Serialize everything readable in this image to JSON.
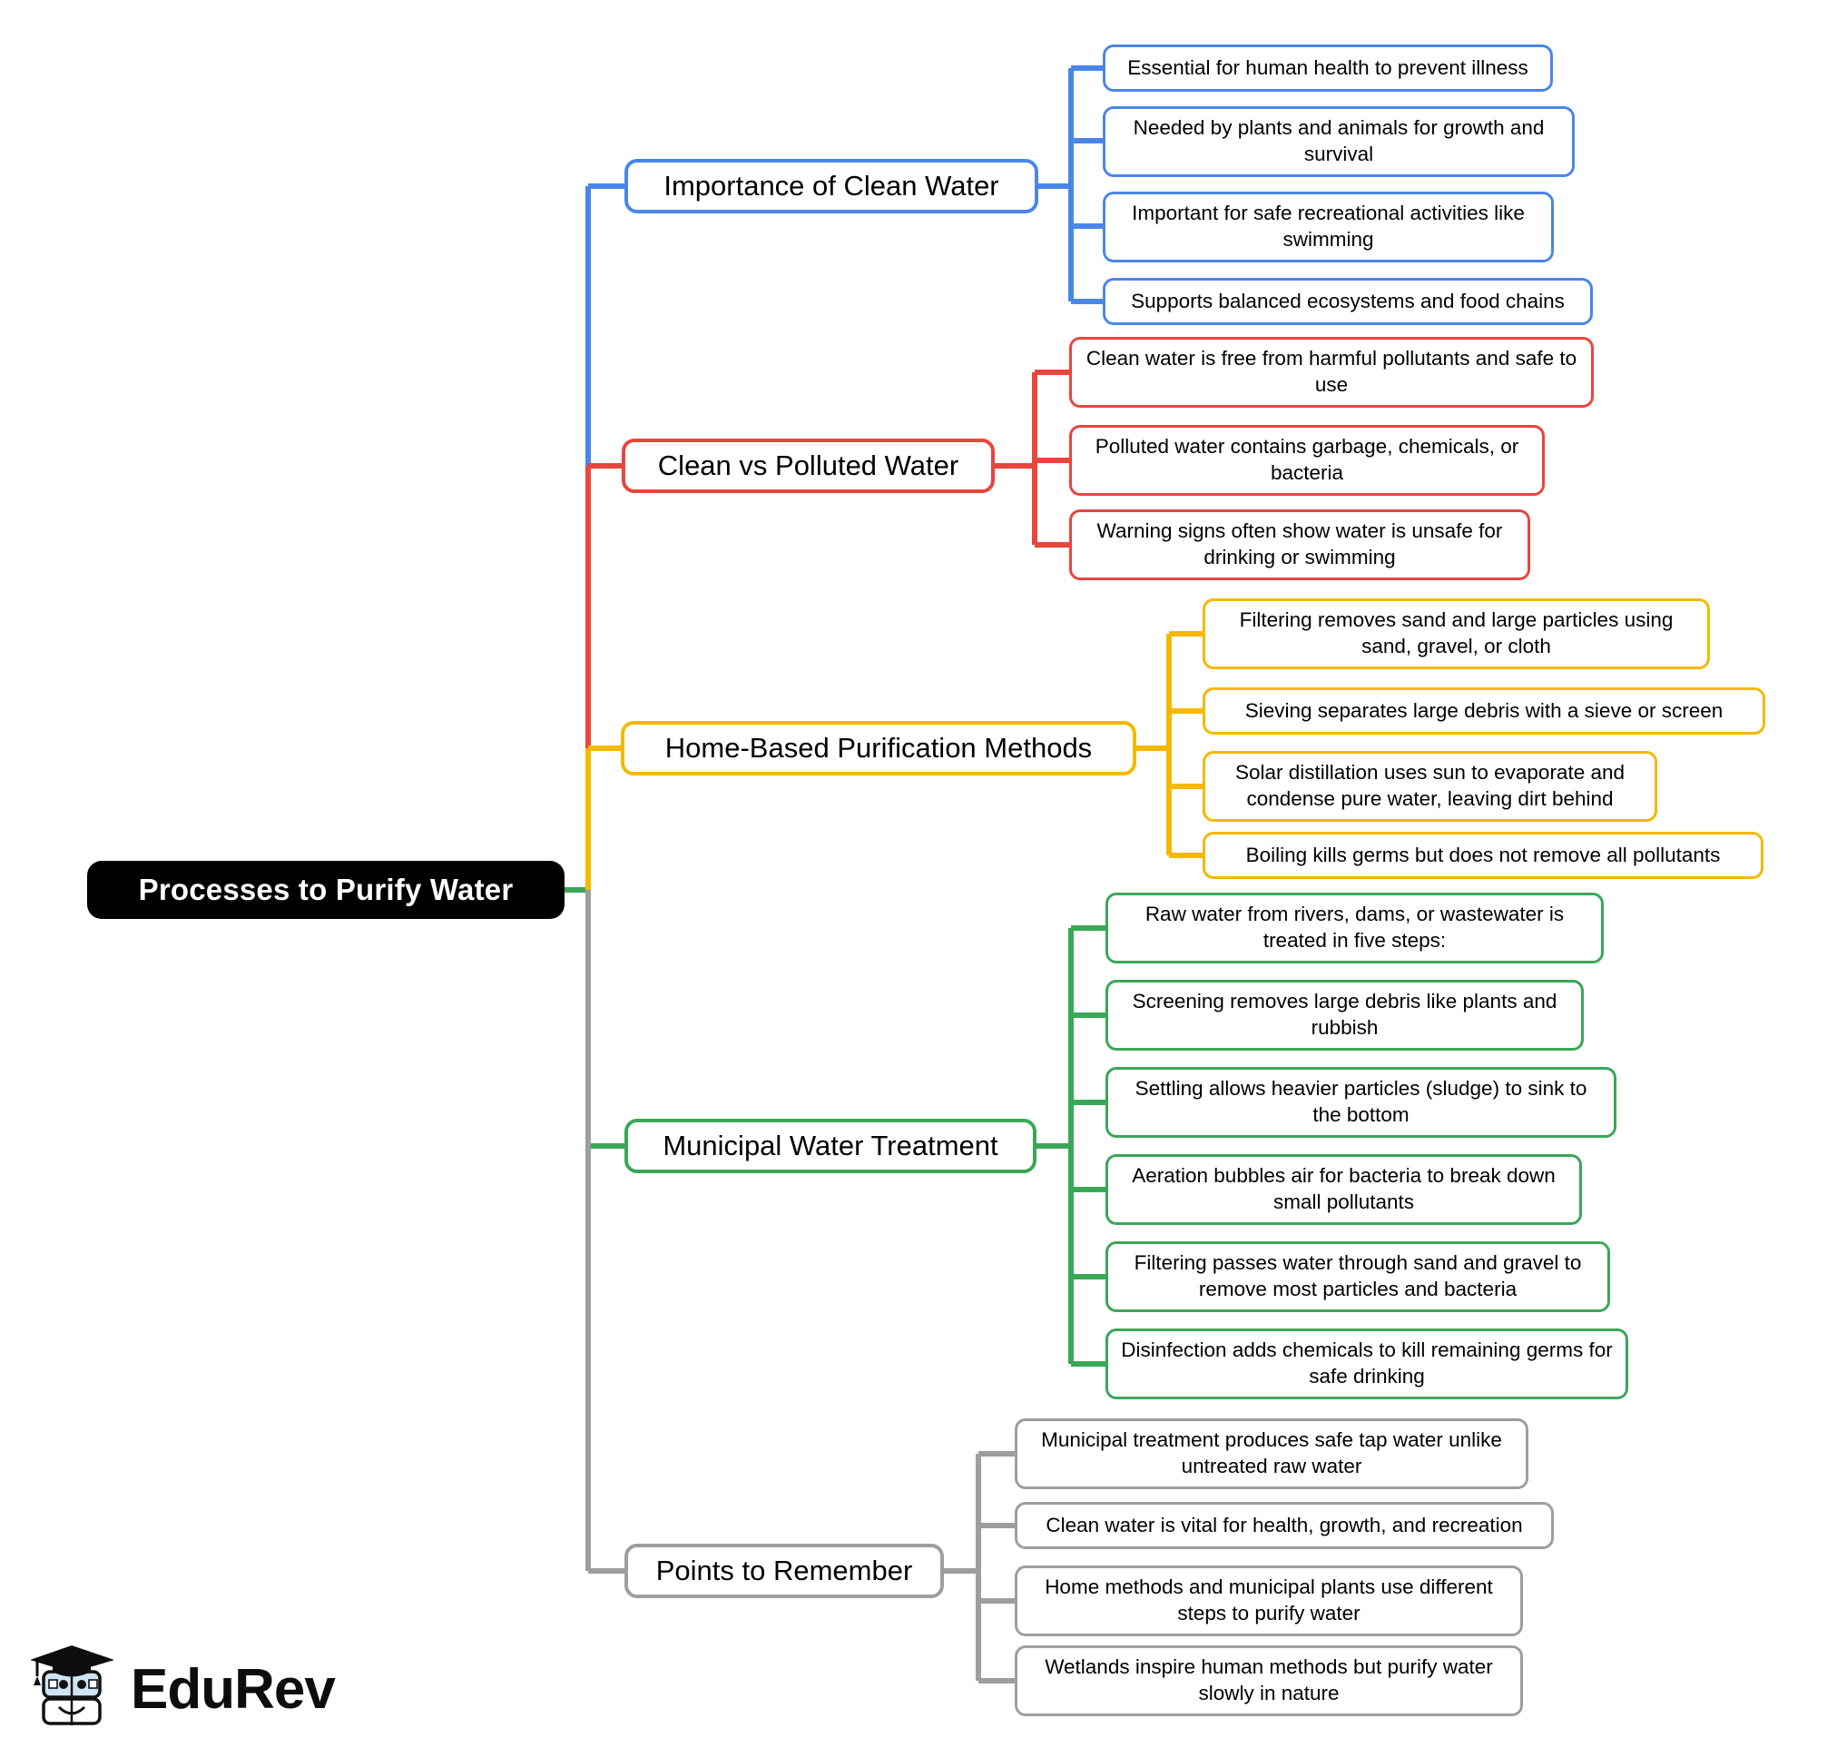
{
  "diagram": {
    "type": "mindmap",
    "title": "Processes to Purify Water",
    "root": {
      "label": "Processes to Purify Water",
      "color": "#000000",
      "text_color": "#ffffff"
    },
    "branches": [
      {
        "label": "Importance of Clean Water",
        "color": "#4a86e8",
        "children": [
          "Essential for human health to prevent illness",
          "Needed by plants and animals for growth and survival",
          "Important for safe recreational activities like swimming",
          "Supports balanced ecosystems and food chains"
        ]
      },
      {
        "label": "Clean vs Polluted Water",
        "color": "#e8453c",
        "children": [
          "Clean water is free from harmful pollutants and safe to use",
          "Polluted water contains garbage, chemicals, or bacteria",
          "Warning signs often show water is unsafe for drinking or swimming"
        ]
      },
      {
        "label": "Home-Based Purification Methods",
        "color": "#f5b800",
        "children": [
          "Filtering removes sand and large particles using sand, gravel, or cloth",
          "Sieving separates large debris with a sieve or screen",
          "Solar distillation uses sun to evaporate and condense pure water, leaving dirt behind",
          "Boiling kills germs but does not remove all pollutants"
        ]
      },
      {
        "label": "Municipal Water Treatment",
        "color": "#3aa757",
        "children": [
          "Raw water from rivers, dams, or wastewater is treated in five steps:",
          "Screening removes large debris like plants and rubbish",
          "Settling allows heavier particles (sludge) to sink to the bottom",
          "Aeration bubbles air for bacteria to break down small pollutants",
          "Filtering passes water through sand and gravel to remove most particles and bacteria",
          "Disinfection adds chemicals to kill remaining germs for safe drinking"
        ]
      },
      {
        "label": "Points to Remember",
        "color": "#9e9e9e",
        "children": [
          "Municipal treatment produces safe tap water unlike untreated raw water",
          "Clean water is vital for health, growth, and recreation",
          "Home methods and municipal plants use different steps to purify water",
          "Wetlands inspire human methods but purify water slowly in nature"
        ]
      }
    ]
  },
  "branding": {
    "name": "EduRev",
    "mark": "graduation-cap-book-icon"
  }
}
